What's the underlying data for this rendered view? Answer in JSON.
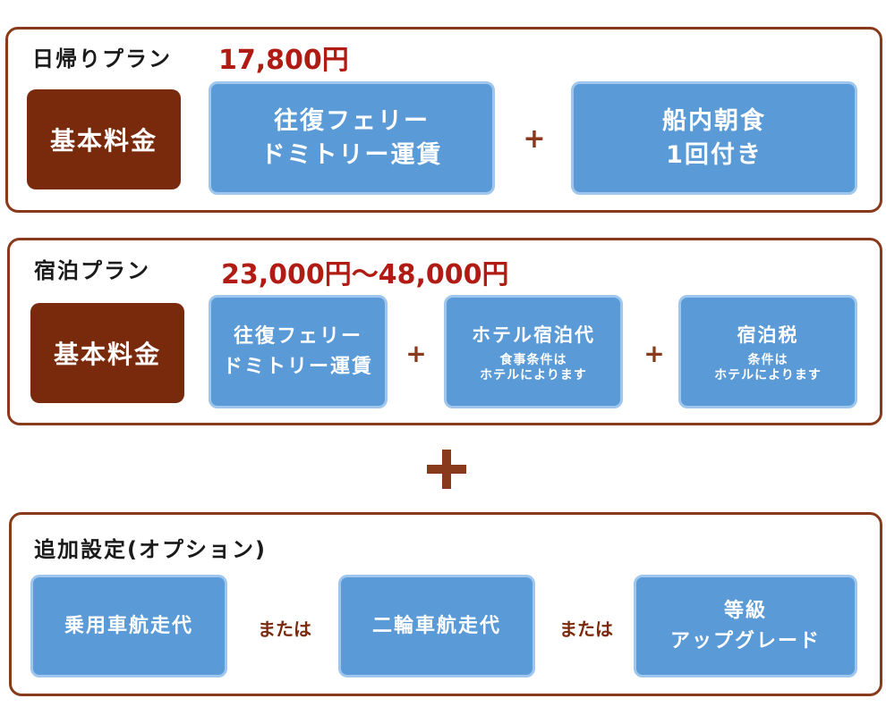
{
  "day_plan": {
    "title": "日帰りプラン",
    "price": "17,800円",
    "base": "基本料金",
    "ferry": [
      "往復フェリー",
      "ドミトリー運賃"
    ],
    "plus": "+",
    "breakfast": [
      "船内朝食",
      "1回付き"
    ]
  },
  "stay_plan": {
    "title": "宿泊プラン",
    "price": "23,000円～48,000円",
    "base": "基本料金",
    "ferry": [
      "往復フェリー",
      "ドミトリー運賃"
    ],
    "plus1": "+",
    "hotel_title": "ホテル宿泊代",
    "hotel_note": [
      "食事条件は",
      "ホテルによります"
    ],
    "plus2": "+",
    "tax_title": "宿泊税",
    "tax_note": [
      "条件は",
      "ホテルによります"
    ]
  },
  "options": {
    "title": "追加設定(オプション)",
    "car": "乗用車航走代",
    "or1": "または",
    "bike": "二輪車航走代",
    "or2": "または",
    "upgrade": [
      "等級",
      "アップグレード"
    ]
  }
}
